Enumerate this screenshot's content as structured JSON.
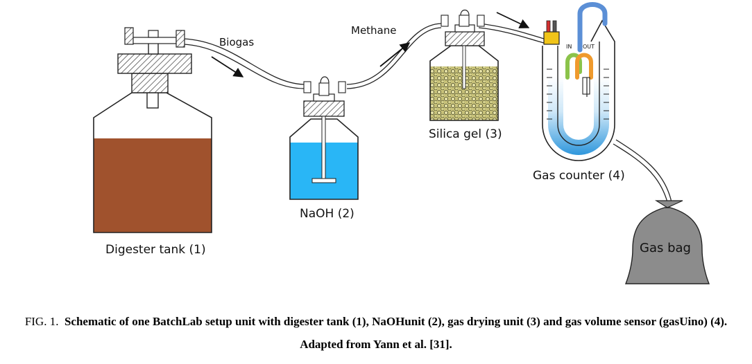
{
  "labels": {
    "biogas": "Biogas",
    "methane": "Methane",
    "digester": "Digester tank (1)",
    "naoh": "NaOH (2)",
    "silica": "Silica gel (3)",
    "counter": "Gas counter (4)",
    "gasbag": "Gas bag",
    "in": "IN",
    "out": "OUT"
  },
  "caption": {
    "fig": "FIG. 1.",
    "text": "Schematic of one BatchLab setup unit with digester tank (1), NaOHunit (2), gas drying unit (3) and gas volume sensor (gasUino) (4). Adapted from Yann et al. [31]."
  },
  "colors": {
    "digestate": "#a0522d",
    "naoh_liquid": "#29b6f6",
    "silica_gel": "#c8c27a",
    "counter_water": "#3aa0e0",
    "tube_blue": "#5b8fd6",
    "tube_green": "#8bc34a",
    "tube_orange": "#ef9a2d",
    "gasbag": "#8c8c8c"
  }
}
